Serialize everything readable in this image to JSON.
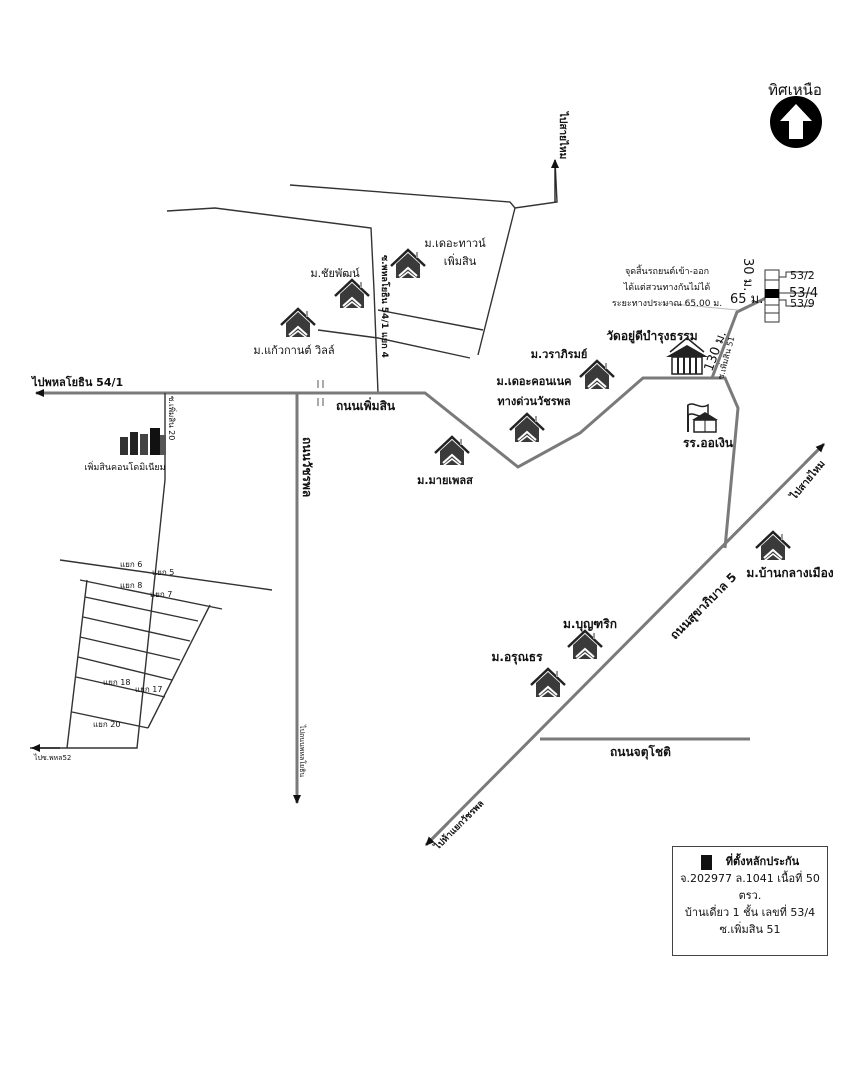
{
  "north": {
    "label": "ทิศเหนือ",
    "icon": "north-arrow-icon"
  },
  "roads": {
    "phoemsin": "ถนนเพิ่มสิน",
    "watcharaphon": "ถนนวัชรพล",
    "sukhaphiban5": "ถนนสุขาภิบาล 5",
    "chatuchot": "ถนนจตุโชติ",
    "soi_phahon_54_1": "ซ.พหลโยธิน 54/1 แยก 4",
    "soi_phoemsin_20": "ซ.เพิ่มสิน 20",
    "soi_phoemsin_51": "ซ.เพิ่มสิน 51"
  },
  "directions": {
    "to_phahon_54_1": "ไปพหลโยธิน 54/1",
    "to_saimai_top": "ไปสายไหม",
    "to_saimai_right": "ไปสายไหม",
    "to_phahon_52": "ไปซ.พหล52",
    "to_phahonyothin": "ไปถนนพหลโยธิน",
    "to_watcharaphon_junction": "ไปห้าแยกวัชรพล"
  },
  "sois": [
    "แยก 6",
    "แยก 5",
    "แยก 8",
    "แยก 7",
    "แยก 18",
    "แยก 17",
    "แยก 20"
  ],
  "places": {
    "the_town": [
      "ม.เดอะทาวน์",
      "เพิ่มสิน"
    ],
    "chaiyaphat": "ม.ชัยพัฒน์",
    "kaewkarn": "ม.แก้วกานต์ วิลล์",
    "waraphirom": "ม.วราภิรมย์",
    "the_connect": [
      "ม.เดอะคอนเนค",
      "ทางด่วนวัชรพล"
    ],
    "my_place": "ม.มายเพลส",
    "condo": "เพิ่มสินคอนโดมิเนียม",
    "temple": "วัดอยู่ดีบำรุงธรรม",
    "school": "รร.ออเงิน",
    "ban_klang_mueang": "ม.บ้านกลางเมือง",
    "bunyarik": "ม.บุญฑริก",
    "arunthon": "ม.อรุณธร"
  },
  "distances": {
    "d130": "130 ม.",
    "d65": "65 ม.",
    "d30": "30 ม."
  },
  "parking_note": [
    "จุดสิ้นรถยนต์เข้า-ออก",
    "ได้แต่สวนทางกันไม่ได้",
    "ระยะทางประมาณ 65.00 ม."
  ],
  "plots": [
    "53/2",
    "53/4",
    "53/9"
  ],
  "legend": {
    "title": "ที่ตั้งหลักประกัน",
    "line1": "จ.202977 ล.1041 เนื้อที่ 50 ตรว.",
    "line2": "บ้านเดี่ยว 1 ชั้น เลขที่ 53/4",
    "line3": "ซ.เพิ่มสิน 51"
  }
}
